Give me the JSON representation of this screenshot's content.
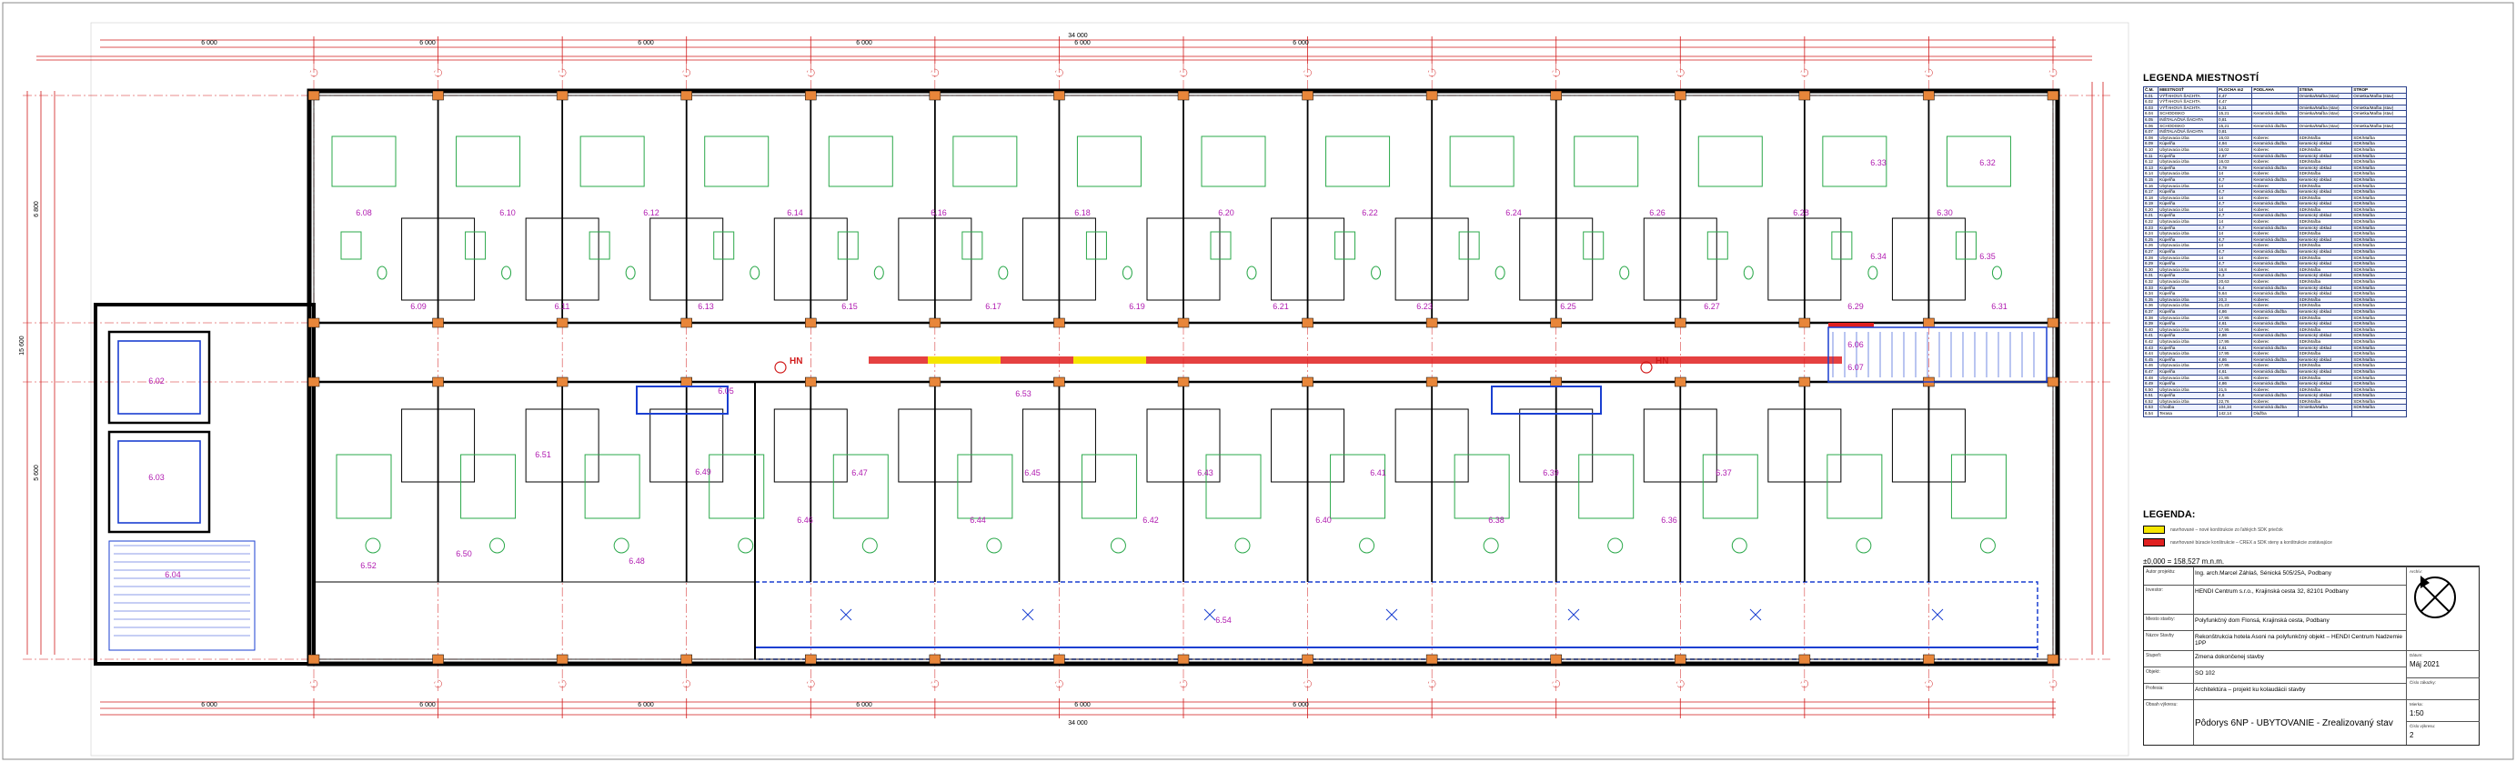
{
  "colors": {
    "wall": "#000000",
    "dim": "#d11a1a",
    "room_label": "#b01ab0",
    "fixture": "#2aa84a",
    "highlight_yellow": "#f5e600",
    "highlight_red": "#e02020",
    "blue": "#1a3fd1",
    "table_border": "#2a3f8a"
  },
  "dimensions": {
    "overall_top": "34 000",
    "overall_bottom": "34 000",
    "top_segments": [
      "6 000",
      "6 000",
      "6 000",
      "6 000",
      "6 000",
      "6 000"
    ],
    "bottom_segments": [
      "6 000",
      "6 000",
      "6 000",
      "6 000",
      "6 000",
      "6 000"
    ],
    "left_total": "15 600",
    "left_a": "6 800",
    "left_b": "5 600"
  },
  "rooms": [
    "6.02",
    "6.03",
    "6.04",
    "6.05",
    "6.06",
    "6.07",
    "6.08",
    "6.09",
    "6.10",
    "6.11",
    "6.12",
    "6.13",
    "6.14",
    "6.15",
    "6.16",
    "6.17",
    "6.18",
    "6.19",
    "6.20",
    "6.21",
    "6.22",
    "6.23",
    "6.24",
    "6.25",
    "6.26",
    "6.27",
    "6.28",
    "6.29",
    "6.30",
    "6.31",
    "6.32",
    "6.33",
    "6.34",
    "6.35",
    "6.36",
    "6.37",
    "6.38",
    "6.39",
    "6.40",
    "6.41",
    "6.42",
    "6.43",
    "6.44",
    "6.45",
    "6.46",
    "6.47",
    "6.48",
    "6.49",
    "6.50",
    "6.51",
    "6.52",
    "6.53",
    "6.54"
  ],
  "hydrants": [
    "HN",
    "HN"
  ],
  "legend": {
    "title": "LEGENDA MIESTNOSTÍ",
    "columns": [
      "Č.M.",
      "MIESTNOSŤ",
      "PLOCHA m2",
      "PODLAHA",
      "STENA",
      "STROP"
    ],
    "rows": [
      [
        "6.01",
        "VÝŤAHOVÁ ŠACHTA",
        "4,47",
        "",
        "Omietka/Maľba (stav)",
        "Omietka/Maľba (stav)"
      ],
      [
        "6.02",
        "VÝŤAHOVÁ ŠACHTA",
        "4,47",
        "",
        "",
        ""
      ],
      [
        "6.03",
        "VÝŤAHOVÁ ŠACHTA",
        "5,31",
        "",
        "Omietka/Maľba (stav)",
        "Omietka/Maľba (stav)"
      ],
      [
        "6.04",
        "SCHODISKO",
        "15,21",
        "Keramická dlažba",
        "Omietka/Maľba (stav)",
        "Omietka/Maľba (stav)"
      ],
      [
        "6.05",
        "INŠTALAČNÁ ŠACHTA",
        "0,81",
        "",
        "",
        ""
      ],
      [
        "6.06",
        "SCHODISKO",
        "15,21",
        "Keramická dlažba",
        "Omietka/Maľba (stav)",
        "Omietka/Maľba (stav)"
      ],
      [
        "6.07",
        "INŠTALAČNÁ ŠACHTA",
        "0,81",
        "",
        "",
        ""
      ],
      [
        "6.08",
        "Ubytovacia izba",
        "16,03",
        "Koberec",
        "SDK/Maľba",
        "SDK/Maľba"
      ],
      [
        "6.09",
        "Kúpeľňa",
        "4,94",
        "Keramická dlažba",
        "keramický obklad",
        "SDK/Maľba"
      ],
      [
        "6.10",
        "Ubytovacia izba",
        "16,02",
        "Koberec",
        "SDK/Maľba",
        "SDK/Maľba"
      ],
      [
        "6.11",
        "Kúpeľňa",
        "4,67",
        "Keramická dlažba",
        "keramický obklad",
        "SDK/Maľba"
      ],
      [
        "6.12",
        "Ubytovacia izba",
        "16,03",
        "Koberec",
        "SDK/Maľba",
        "SDK/Maľba"
      ],
      [
        "6.13",
        "Kúpeľňa",
        "4,79",
        "Keramická dlažba",
        "keramický obklad",
        "SDK/Maľba"
      ],
      [
        "6.14",
        "Ubytovacia izba",
        "14",
        "Koberec",
        "SDK/Maľba",
        "SDK/Maľba"
      ],
      [
        "6.15",
        "Kúpeľňa",
        "4,7",
        "Keramická dlažba",
        "keramický obklad",
        "SDK/Maľba"
      ],
      [
        "6.16",
        "Ubytovacia izba",
        "14",
        "Koberec",
        "SDK/Maľba",
        "SDK/Maľba"
      ],
      [
        "6.17",
        "Kúpeľňa",
        "4,7",
        "Keramická dlažba",
        "keramický obklad",
        "SDK/Maľba"
      ],
      [
        "6.18",
        "Ubytovacia izba",
        "14",
        "Koberec",
        "SDK/Maľba",
        "SDK/Maľba"
      ],
      [
        "6.19",
        "Kúpeľňa",
        "4,7",
        "Keramická dlažba",
        "keramický obklad",
        "SDK/Maľba"
      ],
      [
        "6.20",
        "Ubytovacia izba",
        "14",
        "Koberec",
        "SDK/Maľba",
        "SDK/Maľba"
      ],
      [
        "6.21",
        "Kúpeľňa",
        "4,7",
        "Keramická dlažba",
        "keramický obklad",
        "SDK/Maľba"
      ],
      [
        "6.22",
        "Ubytovacia izba",
        "14",
        "Koberec",
        "SDK/Maľba",
        "SDK/Maľba"
      ],
      [
        "6.23",
        "Kúpeľňa",
        "4,7",
        "Keramická dlažba",
        "keramický obklad",
        "SDK/Maľba"
      ],
      [
        "6.24",
        "Ubytovacia izba",
        "14",
        "Koberec",
        "SDK/Maľba",
        "SDK/Maľba"
      ],
      [
        "6.25",
        "Kúpeľňa",
        "4,7",
        "Keramická dlažba",
        "keramický obklad",
        "SDK/Maľba"
      ],
      [
        "6.26",
        "Ubytovacia izba",
        "14",
        "Koberec",
        "SDK/Maľba",
        "SDK/Maľba"
      ],
      [
        "6.27",
        "Kúpeľňa",
        "4,7",
        "Keramická dlažba",
        "keramický obklad",
        "SDK/Maľba"
      ],
      [
        "6.28",
        "Ubytovacia izba",
        "14",
        "Koberec",
        "SDK/Maľba",
        "SDK/Maľba"
      ],
      [
        "6.29",
        "Kúpeľňa",
        "4,7",
        "Keramická dlažba",
        "keramický obklad",
        "SDK/Maľba"
      ],
      [
        "6.30",
        "Ubytovacia izba",
        "16,8",
        "Koberec",
        "SDK/Maľba",
        "SDK/Maľba"
      ],
      [
        "6.31",
        "Kúpeľňa",
        "5,3",
        "Keramická dlažba",
        "keramický obklad",
        "SDK/Maľba"
      ],
      [
        "6.32",
        "Ubytovacia izba",
        "20,63",
        "Koberec",
        "SDK/Maľba",
        "SDK/Maľba"
      ],
      [
        "6.33",
        "Kúpeľňa",
        "5,4",
        "Keramická dlažba",
        "keramický obklad",
        "SDK/Maľba"
      ],
      [
        "6.34",
        "Kúpeľňa",
        "5,64",
        "Keramická dlažba",
        "keramický obklad",
        "SDK/Maľba"
      ],
      [
        "6.35",
        "Ubytovacia izba",
        "20,3",
        "Koberec",
        "SDK/Maľba",
        "SDK/Maľba"
      ],
      [
        "6.36",
        "Ubytovacia izba",
        "21,23",
        "Koberec",
        "SDK/Maľba",
        "SDK/Maľba"
      ],
      [
        "6.37",
        "Kúpeľňa",
        "4,86",
        "Keramická dlažba",
        "keramický obklad",
        "SDK/Maľba"
      ],
      [
        "6.38",
        "Ubytovacia izba",
        "17,95",
        "Koberec",
        "SDK/Maľba",
        "SDK/Maľba"
      ],
      [
        "6.39",
        "Kúpeľňa",
        "4,61",
        "Keramická dlažba",
        "keramický obklad",
        "SDK/Maľba"
      ],
      [
        "6.40",
        "Ubytovacia izba",
        "17,95",
        "Koberec",
        "SDK/Maľba",
        "SDK/Maľba"
      ],
      [
        "6.41",
        "Kúpeľňa",
        "4,86",
        "Keramická dlažba",
        "keramický obklad",
        "SDK/Maľba"
      ],
      [
        "6.42",
        "Ubytovacia izba",
        "17,95",
        "Koberec",
        "SDK/Maľba",
        "SDK/Maľba"
      ],
      [
        "6.43",
        "Kúpeľňa",
        "4,61",
        "Keramická dlažba",
        "keramický obklad",
        "SDK/Maľba"
      ],
      [
        "6.44",
        "Ubytovacia izba",
        "17,95",
        "Koberec",
        "SDK/Maľba",
        "SDK/Maľba"
      ],
      [
        "6.45",
        "Kúpeľňa",
        "4,86",
        "Keramická dlažba",
        "keramický obklad",
        "SDK/Maľba"
      ],
      [
        "6.46",
        "Ubytovacia izba",
        "17,95",
        "Koberec",
        "SDK/Maľba",
        "SDK/Maľba"
      ],
      [
        "6.47",
        "Kúpeľňa",
        "4,61",
        "Keramická dlažba",
        "keramický obklad",
        "SDK/Maľba"
      ],
      [
        "6.48",
        "Ubytovacia izba",
        "21,85",
        "Koberec",
        "SDK/Maľba",
        "SDK/Maľba"
      ],
      [
        "6.49",
        "Kúpeľňa",
        "4,86",
        "Keramická dlažba",
        "keramický obklad",
        "SDK/Maľba"
      ],
      [
        "6.50",
        "Ubytovacia izba",
        "21,5",
        "Koberec",
        "SDK/Maľba",
        "SDK/Maľba"
      ],
      [
        "6.51",
        "Kúpeľňa",
        "4,6",
        "Keramická dlažba",
        "keramický obklad",
        "SDK/Maľba"
      ],
      [
        "6.52",
        "Ubytovacia izba",
        "22,76",
        "Koberec",
        "SDK/Maľba",
        "SDK/Maľba"
      ],
      [
        "6.53",
        "Chodba",
        "104,34",
        "Keramická dlažba",
        "Omietka/Maľba",
        "SDK/Maľba"
      ],
      [
        "6.54",
        "Terasa",
        "142,14",
        "Dlažba",
        "",
        ""
      ]
    ]
  },
  "key": {
    "title": "LEGENDA:",
    "items": [
      {
        "color": "#f5e600",
        "text": "navrhované – nové konštrukcie zo ľahkých SDK priečok"
      },
      {
        "color": "#e02020",
        "text": "navrhované búracie konštrukcie – CREX a SDK steny a konštrukcie zostávajúce"
      }
    ]
  },
  "elevation": "±0,000 = 158,527 m.n.m.",
  "title_block": {
    "rows": [
      {
        "label": "Autor projektu:",
        "value": "Ing. arch.Marcel Záhlaš, Sénická 505/25A, Podbany"
      },
      {
        "label": "Investor:",
        "value": "HENDI Centrum s.r.o., Krajinská cesta 32, 82101 Podbany"
      },
      {
        "label": "Miesto stavby:",
        "value": "Polyfunkčný dom Flonsá, Krajinská cesta, Podbany"
      },
      {
        "label": "Názov Stavby",
        "value": "Rekonštrukcia hotela Asoni na polyfunkčný objekt – HENDI Centrum Nadzemie 1PP"
      },
      {
        "label": "Stupeň:",
        "value": "Zmena dokončenej stavby"
      },
      {
        "label": "Objekt:",
        "value": "SO 102"
      },
      {
        "label": "Profesia:",
        "value": "Architektúra – projekt ku kolaudácii stavby"
      },
      {
        "label": "Obsah výkresu:",
        "value": "Pôdorys 6NP - UBYTOVANIE - Zrealizovaný stav"
      }
    ],
    "side": [
      {
        "label": "Archív:",
        "value": ""
      },
      {
        "label": "Dátum:",
        "value": "Máj 2021"
      },
      {
        "label": "Číslo zákazky:",
        "value": ""
      },
      {
        "label": "Mierka:",
        "value": "1:50"
      },
      {
        "label": "Číslo výkresu:",
        "value": "2"
      }
    ]
  }
}
